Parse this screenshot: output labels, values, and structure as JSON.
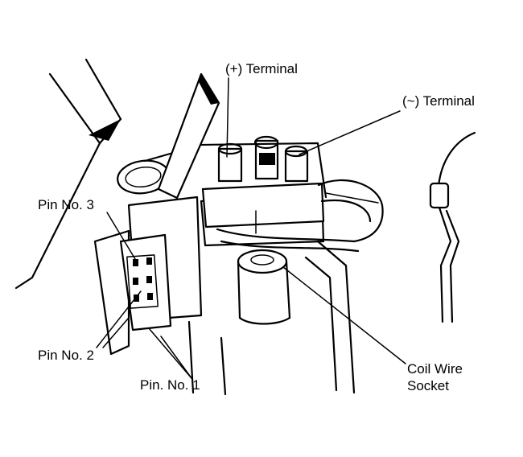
{
  "labels": {
    "plus_terminal": "(+) Terminal",
    "minus_terminal": "(~) Terminal",
    "pin3": "Pin No. 3",
    "pin2": "Pin No. 2",
    "pin1": "Pin. No. 1",
    "coil_line1": "Coil Wire",
    "coil_line2": "Socket"
  }
}
